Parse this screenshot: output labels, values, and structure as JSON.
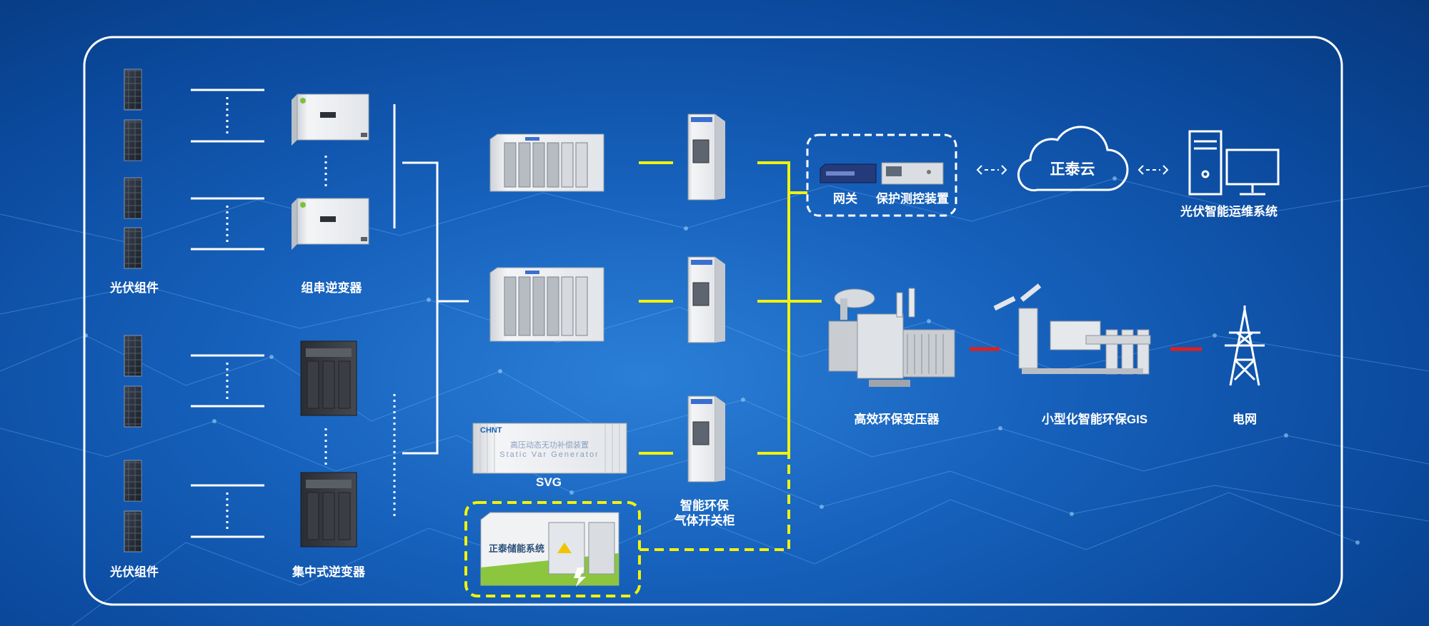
{
  "labels": {
    "pv_top": "光伏组件",
    "pv_bottom": "光伏组件",
    "string_inverter": "组串逆变器",
    "central_inverter": "集中式逆变器",
    "svg": "SVG",
    "svg_container_cn": "高压动态无功补偿装置",
    "svg_container_en": "Static Var Generator",
    "storage": "正泰储能系统",
    "switchgear": "智能环保\n气体开关柜",
    "gateway": "网关",
    "protection": "保护测控装置",
    "cloud": "正泰云",
    "om_system": "光伏智能运维系统",
    "transformer": "高效环保变压器",
    "gis": "小型化智能环保GIS",
    "grid": "电网",
    "brand": "CHNT"
  },
  "colors": {
    "frame": "#ffffff",
    "connector": "#f2f20a",
    "grid_link": "#e0201c",
    "storage_green": "#8cc63f"
  },
  "icons": [
    "solar-panel-icon",
    "string-inverter-icon",
    "central-inverter-icon",
    "container-icon",
    "switchgear-cabinet-icon",
    "gateway-device-icon",
    "protection-device-icon",
    "cloud-icon",
    "computer-icon",
    "transformer-icon",
    "gis-icon",
    "transmission-tower-icon",
    "storage-container-icon"
  ]
}
